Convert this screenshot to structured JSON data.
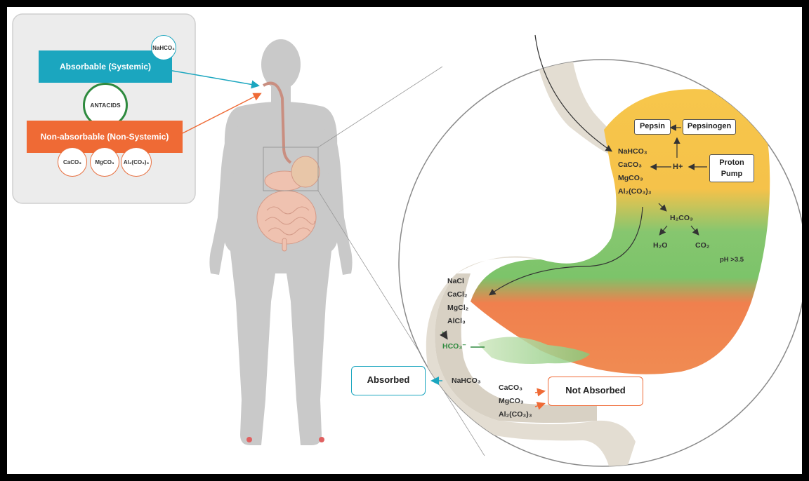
{
  "legend": {
    "absorbable": "Absorbable (Systemic)",
    "non_absorbable": "Non-absorbable (Non-Systemic)",
    "antacids": "ANTACIDS",
    "nahco3": "NaHCO₃",
    "caco3": "CaCO₃",
    "mgco3": "MgCO₃",
    "al2co33": "Al₂(CO₃)₃"
  },
  "stomach": {
    "pepsin": "Pepsin",
    "pepsinogen": "Pepsinogen",
    "proton_pump": "Proton Pump",
    "h_plus": "H+",
    "antacids": [
      "NaHCO₃",
      "CaCO₃",
      "MgCO₃",
      "Al₂(CO₃)₃"
    ],
    "h2co3": "H₂CO₃",
    "h2o": "H₂O",
    "co2": "CO₂",
    "ph": "pH >3.5"
  },
  "duodenum": {
    "salts": [
      "NaCl",
      "CaCl₂",
      "MgCl₂",
      "AlCl₃"
    ],
    "hco3": "HCO₃⁻",
    "nahco3": "NaHCO₃",
    "non_abs": [
      "CaCO₃",
      "MgCO₃",
      "Al₂(CO₃)₃"
    ],
    "absorbed": "Absorbed",
    "not_absorbed": "Not Absorbed"
  },
  "colors": {
    "teal": "#1ba6bf",
    "orange": "#ef6a35",
    "green": "#2e8a3e",
    "yellow": "#f7c64b",
    "stomach_green": "#7cc46a",
    "stomach_red": "#f0804e"
  }
}
